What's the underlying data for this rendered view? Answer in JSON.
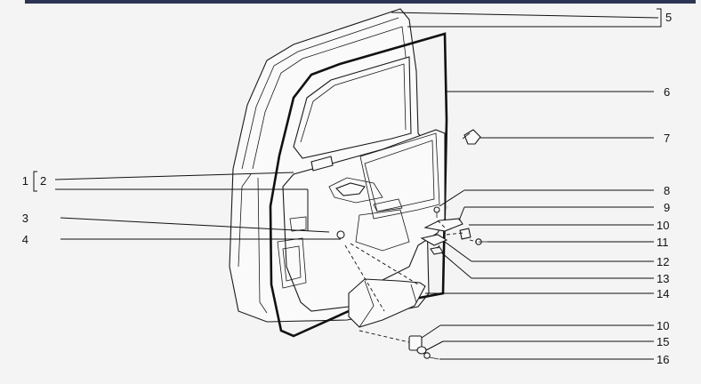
{
  "diagram": {
    "callouts": {
      "n1": "1",
      "n2": "2",
      "n3": "3",
      "n4": "4",
      "n5": "5",
      "n6": "6",
      "n7": "7",
      "n8": "8",
      "n9": "9",
      "n10a": "10",
      "n11": "11",
      "n12": "12",
      "n13": "13",
      "n14": "14",
      "n10b": "10",
      "n15": "15",
      "n16": "16"
    },
    "colors": {
      "top_bar": "#2b3553",
      "line": "#111111",
      "watermark": "#c9ccd1"
    }
  }
}
